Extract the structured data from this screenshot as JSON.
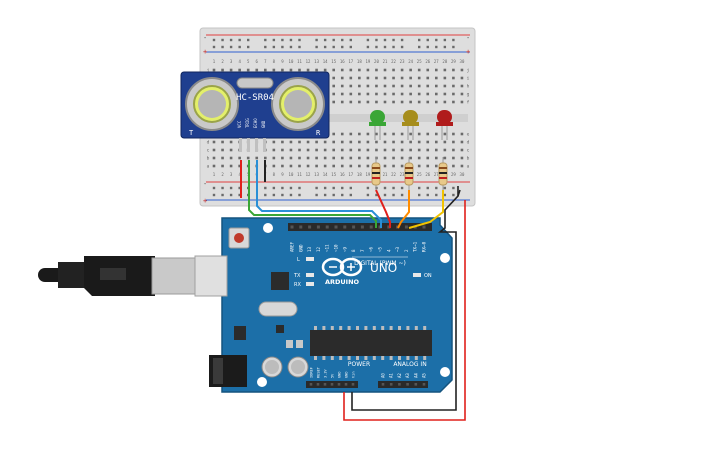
{
  "sensor": {
    "label": "HC-SR04",
    "pin_labels": [
      "VCC",
      "TRIG",
      "ECHO",
      "GND"
    ],
    "left_mark": "T",
    "right_mark": "R"
  },
  "board": {
    "brand": "ARDUINO",
    "model": "UNO",
    "digital_header": "DIGITAL (PWM ~)",
    "power_header": "POWER",
    "analog_header": "ANALOG IN",
    "on_label": "ON",
    "led_labels": [
      "L",
      "TX",
      "RX"
    ],
    "digital_pins": [
      "AREF",
      "GND",
      "13",
      "12",
      "~11",
      "~10",
      "~9",
      "8",
      "7",
      "~6",
      "~5",
      "4",
      "~3",
      "2",
      "TX→1",
      "RX←0"
    ],
    "power_pins": [
      "IOREF",
      "RESET",
      "3.3V",
      "5V",
      "GND",
      "GND",
      "Vin"
    ],
    "analog_pins": [
      "A0",
      "A1",
      "A2",
      "A3",
      "A4",
      "A5"
    ]
  },
  "breadboard": {
    "column_count": 30,
    "rows_top": [
      "j",
      "i",
      "h",
      "g",
      "f"
    ],
    "rows_bottom": [
      "e",
      "d",
      "c",
      "b",
      "a"
    ]
  },
  "leds": [
    {
      "name": "green",
      "color": "#3aa636"
    },
    {
      "name": "yellow",
      "color": "#a68d1c"
    },
    {
      "name": "red",
      "color": "#b01c1c"
    }
  ],
  "wires": {
    "red": "#e0201b",
    "black": "#222222",
    "green": "#3aa636",
    "blue": "#2a8fd6",
    "orange": "#ff8c00",
    "yellow": "#f2c400"
  }
}
